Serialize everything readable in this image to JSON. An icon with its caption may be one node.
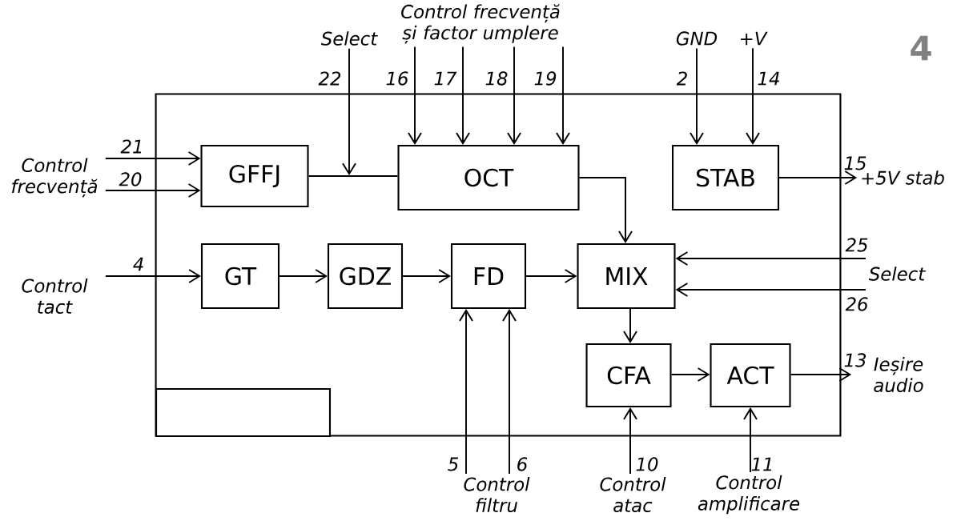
{
  "diagram": {
    "nodes": [
      {
        "text": [],
        "shape": "box"
      },
      {
        "text": [
          "GFFJ"
        ],
        "in": 0
      },
      {
        "text": [
          "OCT"
        ],
        "in": 0
      },
      {
        "text": [
          "STAB"
        ],
        "in": 0
      },
      {
        "text": [
          "GT"
        ],
        "in": 0
      },
      {
        "text": [
          "GDZ"
        ],
        "in": 0
      },
      {
        "text": [
          "FD"
        ],
        "in": 0
      },
      {
        "text": [
          "MIX"
        ],
        "in": 0
      },
      {
        "text": [
          "CFA"
        ],
        "in": 0
      },
      {
        "text": [
          "ACT"
        ],
        "in": 0
      },
      {
        "text": [],
        "shape": "box",
        "in": 0
      },
      {
        "text": [
          "Control frecvență"
        ]
      },
      {
        "text": [
          "Control tact"
        ]
      },
      {
        "text": [
          "Select"
        ]
      },
      {
        "text": [
          "Control frecvență și factor umplere"
        ]
      },
      {
        "text": [
          "GND"
        ]
      },
      {
        "text": [
          "+V"
        ]
      },
      {
        "text": [
          "+5V stab"
        ]
      },
      {
        "text": [
          "Select"
        ]
      },
      {
        "text": [
          "Ieșire audio"
        ]
      },
      {
        "text": [
          "Control filtru"
        ]
      },
      {
        "text": [
          "Control atac"
        ]
      },
      {
        "text": [
          "Control amplificare"
        ]
      }
    ],
    "edges": [
      {
        "from": 11,
        "to": 1,
        "arrow": "to",
        "label": "21"
      },
      {
        "from": 11,
        "to": 1,
        "arrow": "to",
        "label": "20"
      },
      {
        "from": 12,
        "to": 4,
        "arrow": "to",
        "label": "4"
      },
      {
        "from": 4,
        "to": 5,
        "arrow": "to"
      },
      {
        "from": 5,
        "to": 6,
        "arrow": "to"
      },
      {
        "from": 6,
        "to": 7,
        "arrow": "to"
      },
      {
        "from": 1,
        "to": 2,
        "arrow": "none"
      },
      {
        "from": 13,
        "to": null,
        "arrow": "to",
        "label": "22"
      },
      {
        "from": 14,
        "to": 2,
        "arrow": "to",
        "label": "16"
      },
      {
        "from": 14,
        "to": 2,
        "arrow": "to",
        "label": "17"
      },
      {
        "from": 14,
        "to": 2,
        "arrow": "to",
        "label": "18"
      },
      {
        "from": 14,
        "to": 2,
        "arrow": "to",
        "label": "19"
      },
      {
        "from": 15,
        "to": 3,
        "arrow": "to",
        "label": "2"
      },
      {
        "from": 16,
        "to": 3,
        "arrow": "to",
        "label": "14"
      },
      {
        "from": 3,
        "to": 17,
        "arrow": "to",
        "label": "15"
      },
      {
        "from": 2,
        "to": 7,
        "arrow": "to"
      },
      {
        "from": 18,
        "to": 7,
        "arrow": "to",
        "label": "25"
      },
      {
        "from": 18,
        "to": 7,
        "arrow": "to",
        "label": "26"
      },
      {
        "from": 7,
        "to": 8,
        "arrow": "to"
      },
      {
        "from": 8,
        "to": 9,
        "arrow": "to"
      },
      {
        "from": 9,
        "to": 19,
        "arrow": "to",
        "label": "13"
      },
      {
        "from": 20,
        "to": 6,
        "arrow": "to",
        "label": "5"
      },
      {
        "from": 20,
        "to": 6,
        "arrow": "to",
        "label": "6"
      },
      {
        "from": 21,
        "to": 8,
        "arrow": "to",
        "label": "10"
      },
      {
        "from": 22,
        "to": 9,
        "arrow": "to",
        "label": "11"
      }
    ],
    "labels": [
      "4"
    ]
  }
}
